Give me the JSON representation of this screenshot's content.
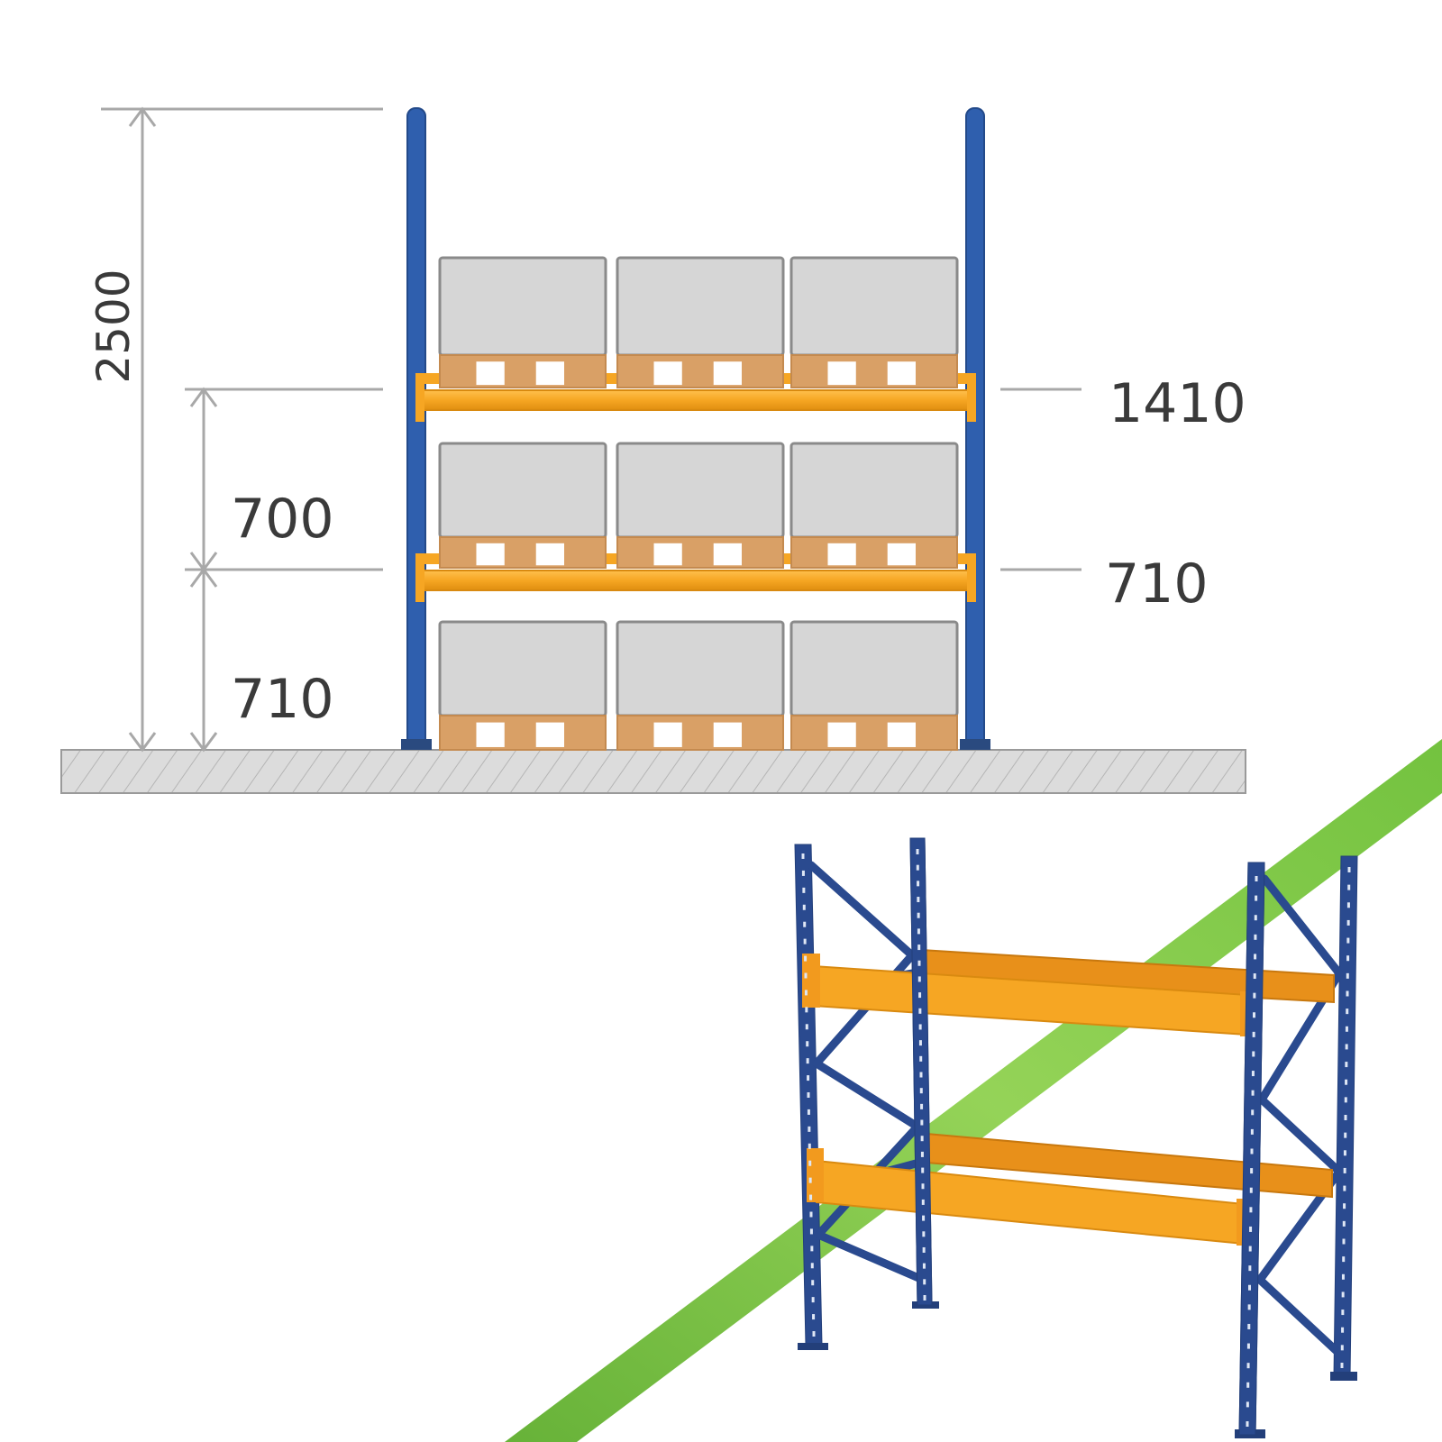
{
  "dimensions": {
    "total_height": "2500",
    "level_2_elevation": "1410",
    "level_1_elevation": "710",
    "gap_between_levels": "700",
    "first_level_height": "710"
  },
  "colors": {
    "upright": "#2f5fae",
    "beam": "#f6a623",
    "beam_edge": "#e08f10",
    "load": "#d6d6d6",
    "load_edge": "#8a8a8a",
    "pallet": "#d9a066",
    "floor": "#dcdcdc",
    "dimension_line": "#a8a8a8",
    "accent_stripe": "#7cc242",
    "frame_upright": "#2a4a8f",
    "frame_beam": "#f29a1e"
  },
  "icons": {
    "floor": "floor-hatch",
    "load": "pallet-load-icon",
    "upright": "rack-upright",
    "beam": "rack-beam"
  }
}
